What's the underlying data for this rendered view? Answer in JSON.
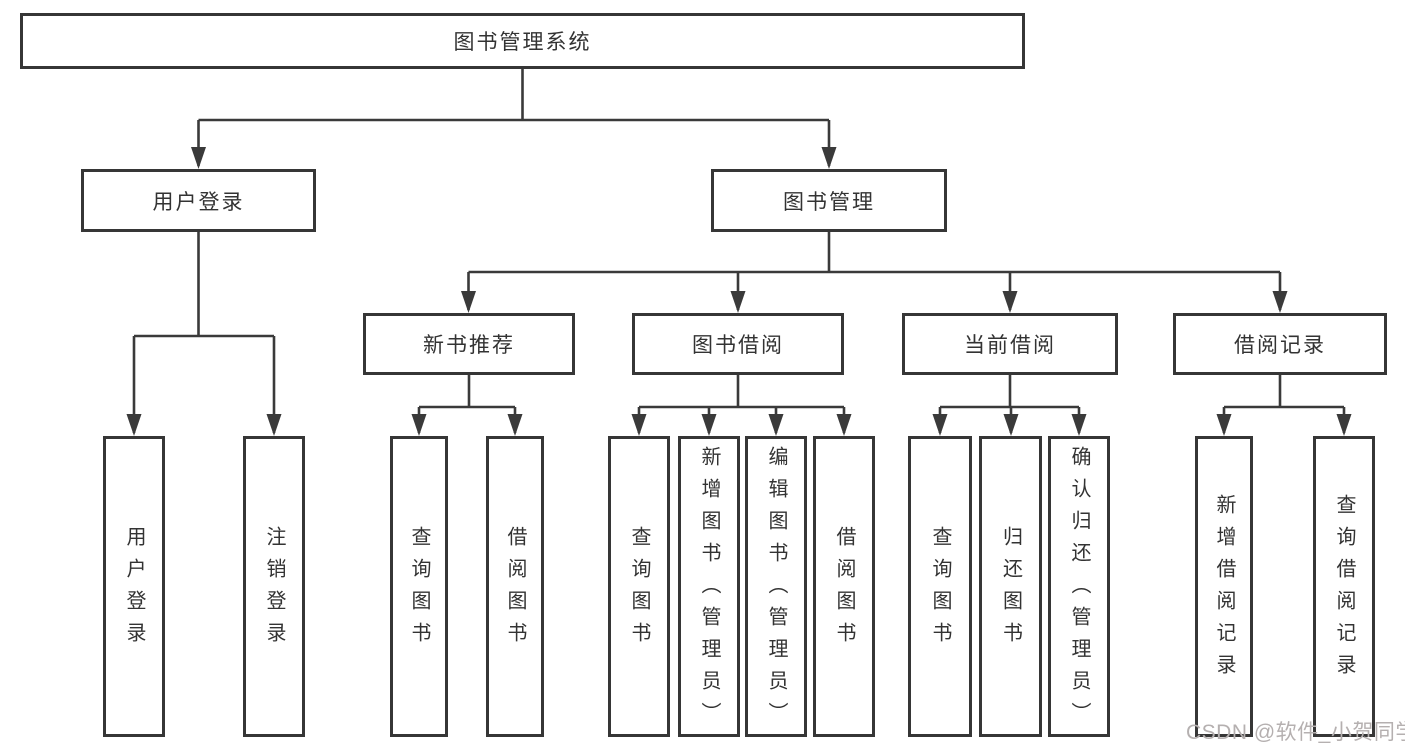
{
  "diagram": {
    "root": {
      "label": "图书管理系统"
    },
    "branches": [
      {
        "label": "用户登录",
        "children": [
          {
            "label": "用户登录"
          },
          {
            "label": "注销登录"
          }
        ]
      },
      {
        "label": "图书管理",
        "children": [
          {
            "label": "新书推荐",
            "children": [
              {
                "label": "查询图书"
              },
              {
                "label": "借阅图书"
              }
            ]
          },
          {
            "label": "图书借阅",
            "children": [
              {
                "label": "查询图书"
              },
              {
                "label": "新增图书（管理员）"
              },
              {
                "label": "编辑图书（管理员）"
              },
              {
                "label": "借阅图书"
              }
            ]
          },
          {
            "label": "当前借阅",
            "children": [
              {
                "label": "查询图书"
              },
              {
                "label": "归还图书"
              },
              {
                "label": "确认归还（管理员）"
              }
            ]
          },
          {
            "label": "借阅记录",
            "children": [
              {
                "label": "新增借阅记录"
              },
              {
                "label": "查询借阅记录"
              }
            ]
          }
        ]
      }
    ]
  },
  "watermark": {
    "text": "CSDN @软件_小贺同学"
  },
  "colors": {
    "line": "#3a3a3a",
    "box_border": "#363636",
    "text": "#333333",
    "background": "#ffffff",
    "watermark": "#b5b0b0"
  }
}
